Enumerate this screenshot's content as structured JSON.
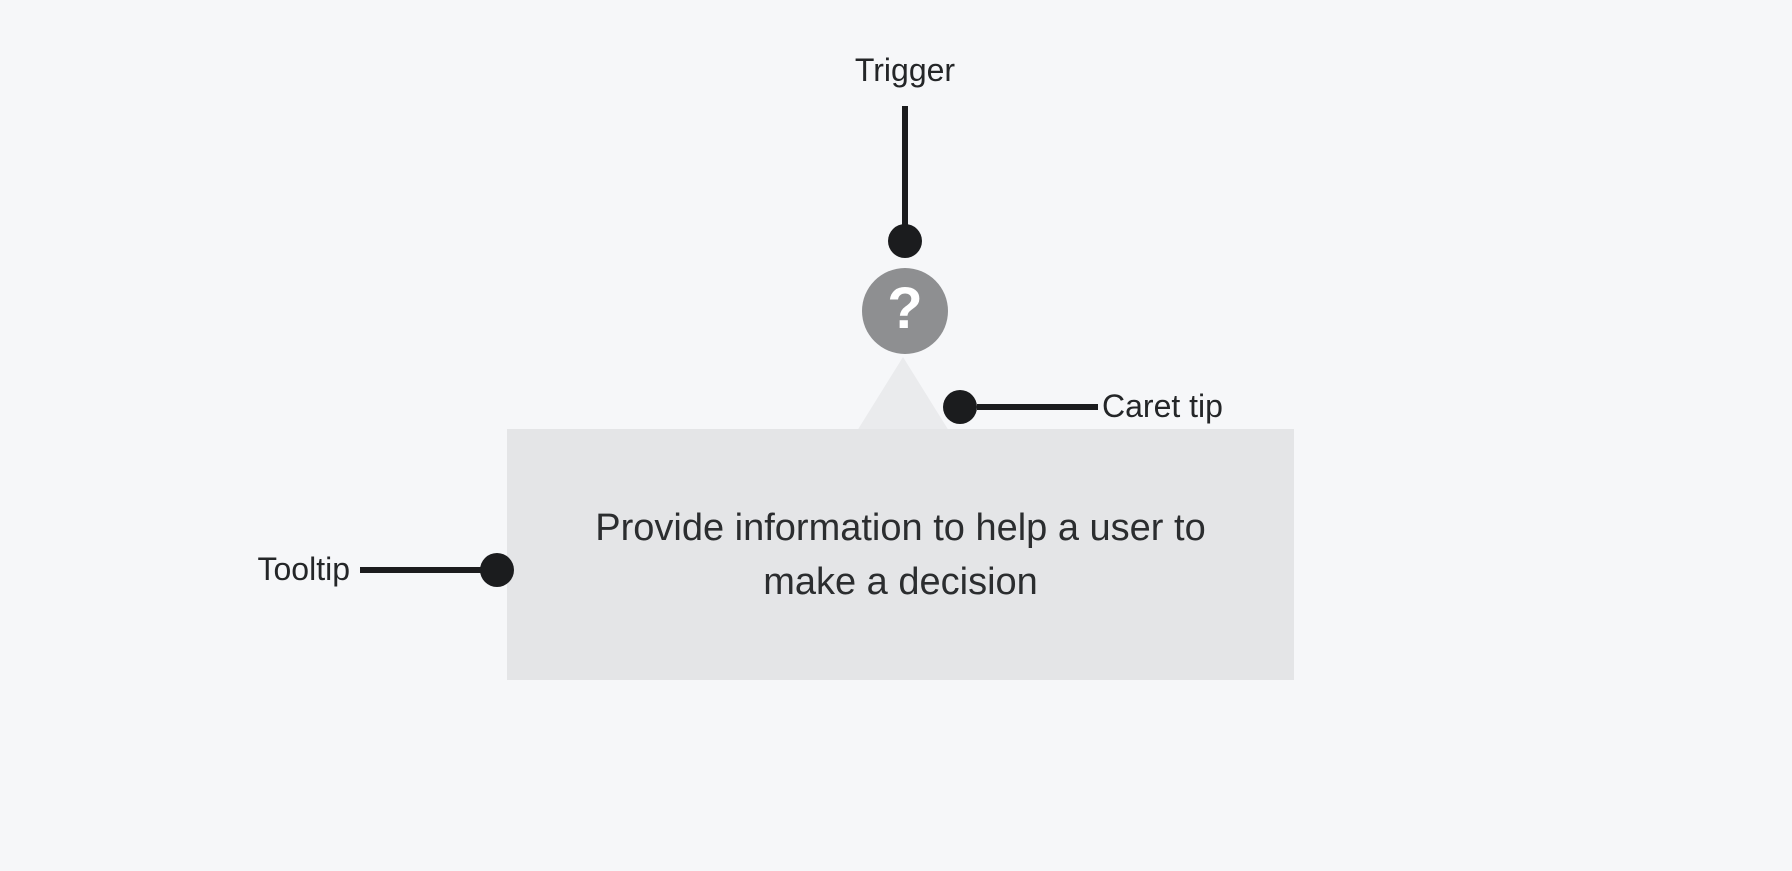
{
  "colors": {
    "background": "#f6f7f9",
    "tooltip_bg": "#e4e5e7",
    "caret_bg": "#eaebed",
    "trigger_bg": "#8e8f91",
    "trigger_glyph": "#ffffff",
    "annotation": "#1b1c1e",
    "label_text": "#242628",
    "body_text": "#2b2d2f"
  },
  "annotations": {
    "trigger": {
      "label": "Trigger"
    },
    "caret_tip": {
      "label": "Caret tip"
    },
    "tooltip": {
      "label": "Tooltip"
    }
  },
  "trigger": {
    "icon": "question-mark-icon",
    "glyph": "?"
  },
  "tooltip": {
    "text": "Provide information to help a user to make a decision",
    "lines": [
      "Provide information to help a user to",
      "make a decision"
    ]
  }
}
